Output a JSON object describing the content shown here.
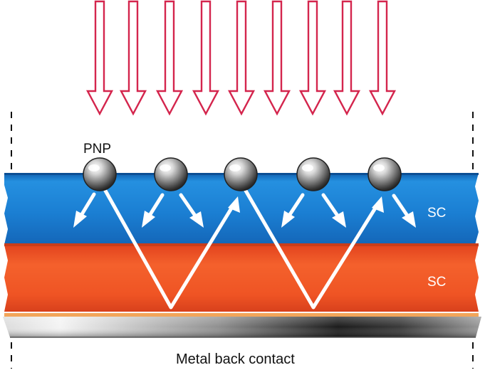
{
  "labels": {
    "particle": "PNP",
    "upper_layer": "SC",
    "lower_layer": "SC",
    "back_contact": "Metal back contact"
  },
  "colors": {
    "incident_arrow_stroke": "#d4254d",
    "upper_layer": "#1d7fd0",
    "lower_layer": "#f0582a",
    "scatter_arrow": "#ffffff",
    "guide_line": "#111111"
  },
  "icons": {
    "incident_light": "down-arrow-outline",
    "particle": "metal-sphere"
  }
}
